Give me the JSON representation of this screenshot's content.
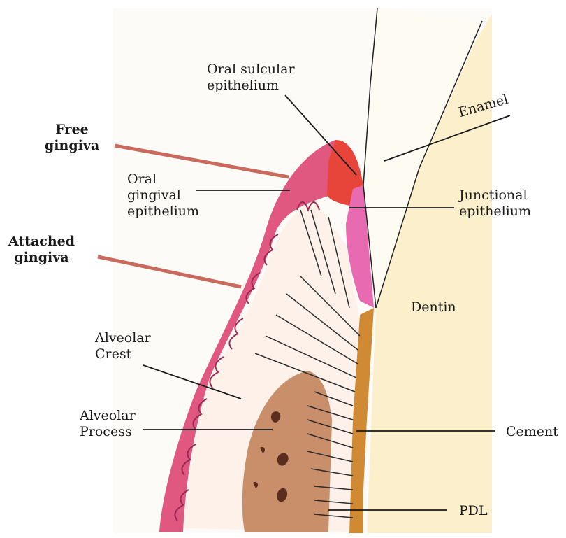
{
  "labels": {
    "free_gingiva": [
      "Free",
      "gingiva"
    ],
    "attached_gingiva": [
      "Attached",
      "gingiva"
    ],
    "oral_sulcular_epithelium": [
      "Oral sulcular",
      "epithelium"
    ],
    "enamel": "Enamel",
    "oral_gingival_epithelium": [
      "Oral",
      "gingival",
      "epithelium"
    ],
    "junctional_epithelium": [
      "Junctional",
      "epithelium"
    ],
    "dentin": "Dentin",
    "alveolar_crest": [
      "Alveolar",
      "Crest"
    ],
    "alveolar_process": [
      "Alveolar",
      "Process"
    ],
    "cement": "Cement",
    "pdl": "PDL"
  },
  "colors": {
    "background": "#ffffff",
    "gingiva_pink": "#e0577f",
    "sulcular_red": "#e8453a",
    "junctional_pink": "#e86ab0",
    "connective_tissue": "#fdf1ea",
    "bone_brown": "#c98e6a",
    "cementum_orange": "#cf8a33",
    "dentin_yellow": "#fbedc4",
    "pointer_red": "#c96a5c",
    "ink": "#1a1a1a"
  }
}
